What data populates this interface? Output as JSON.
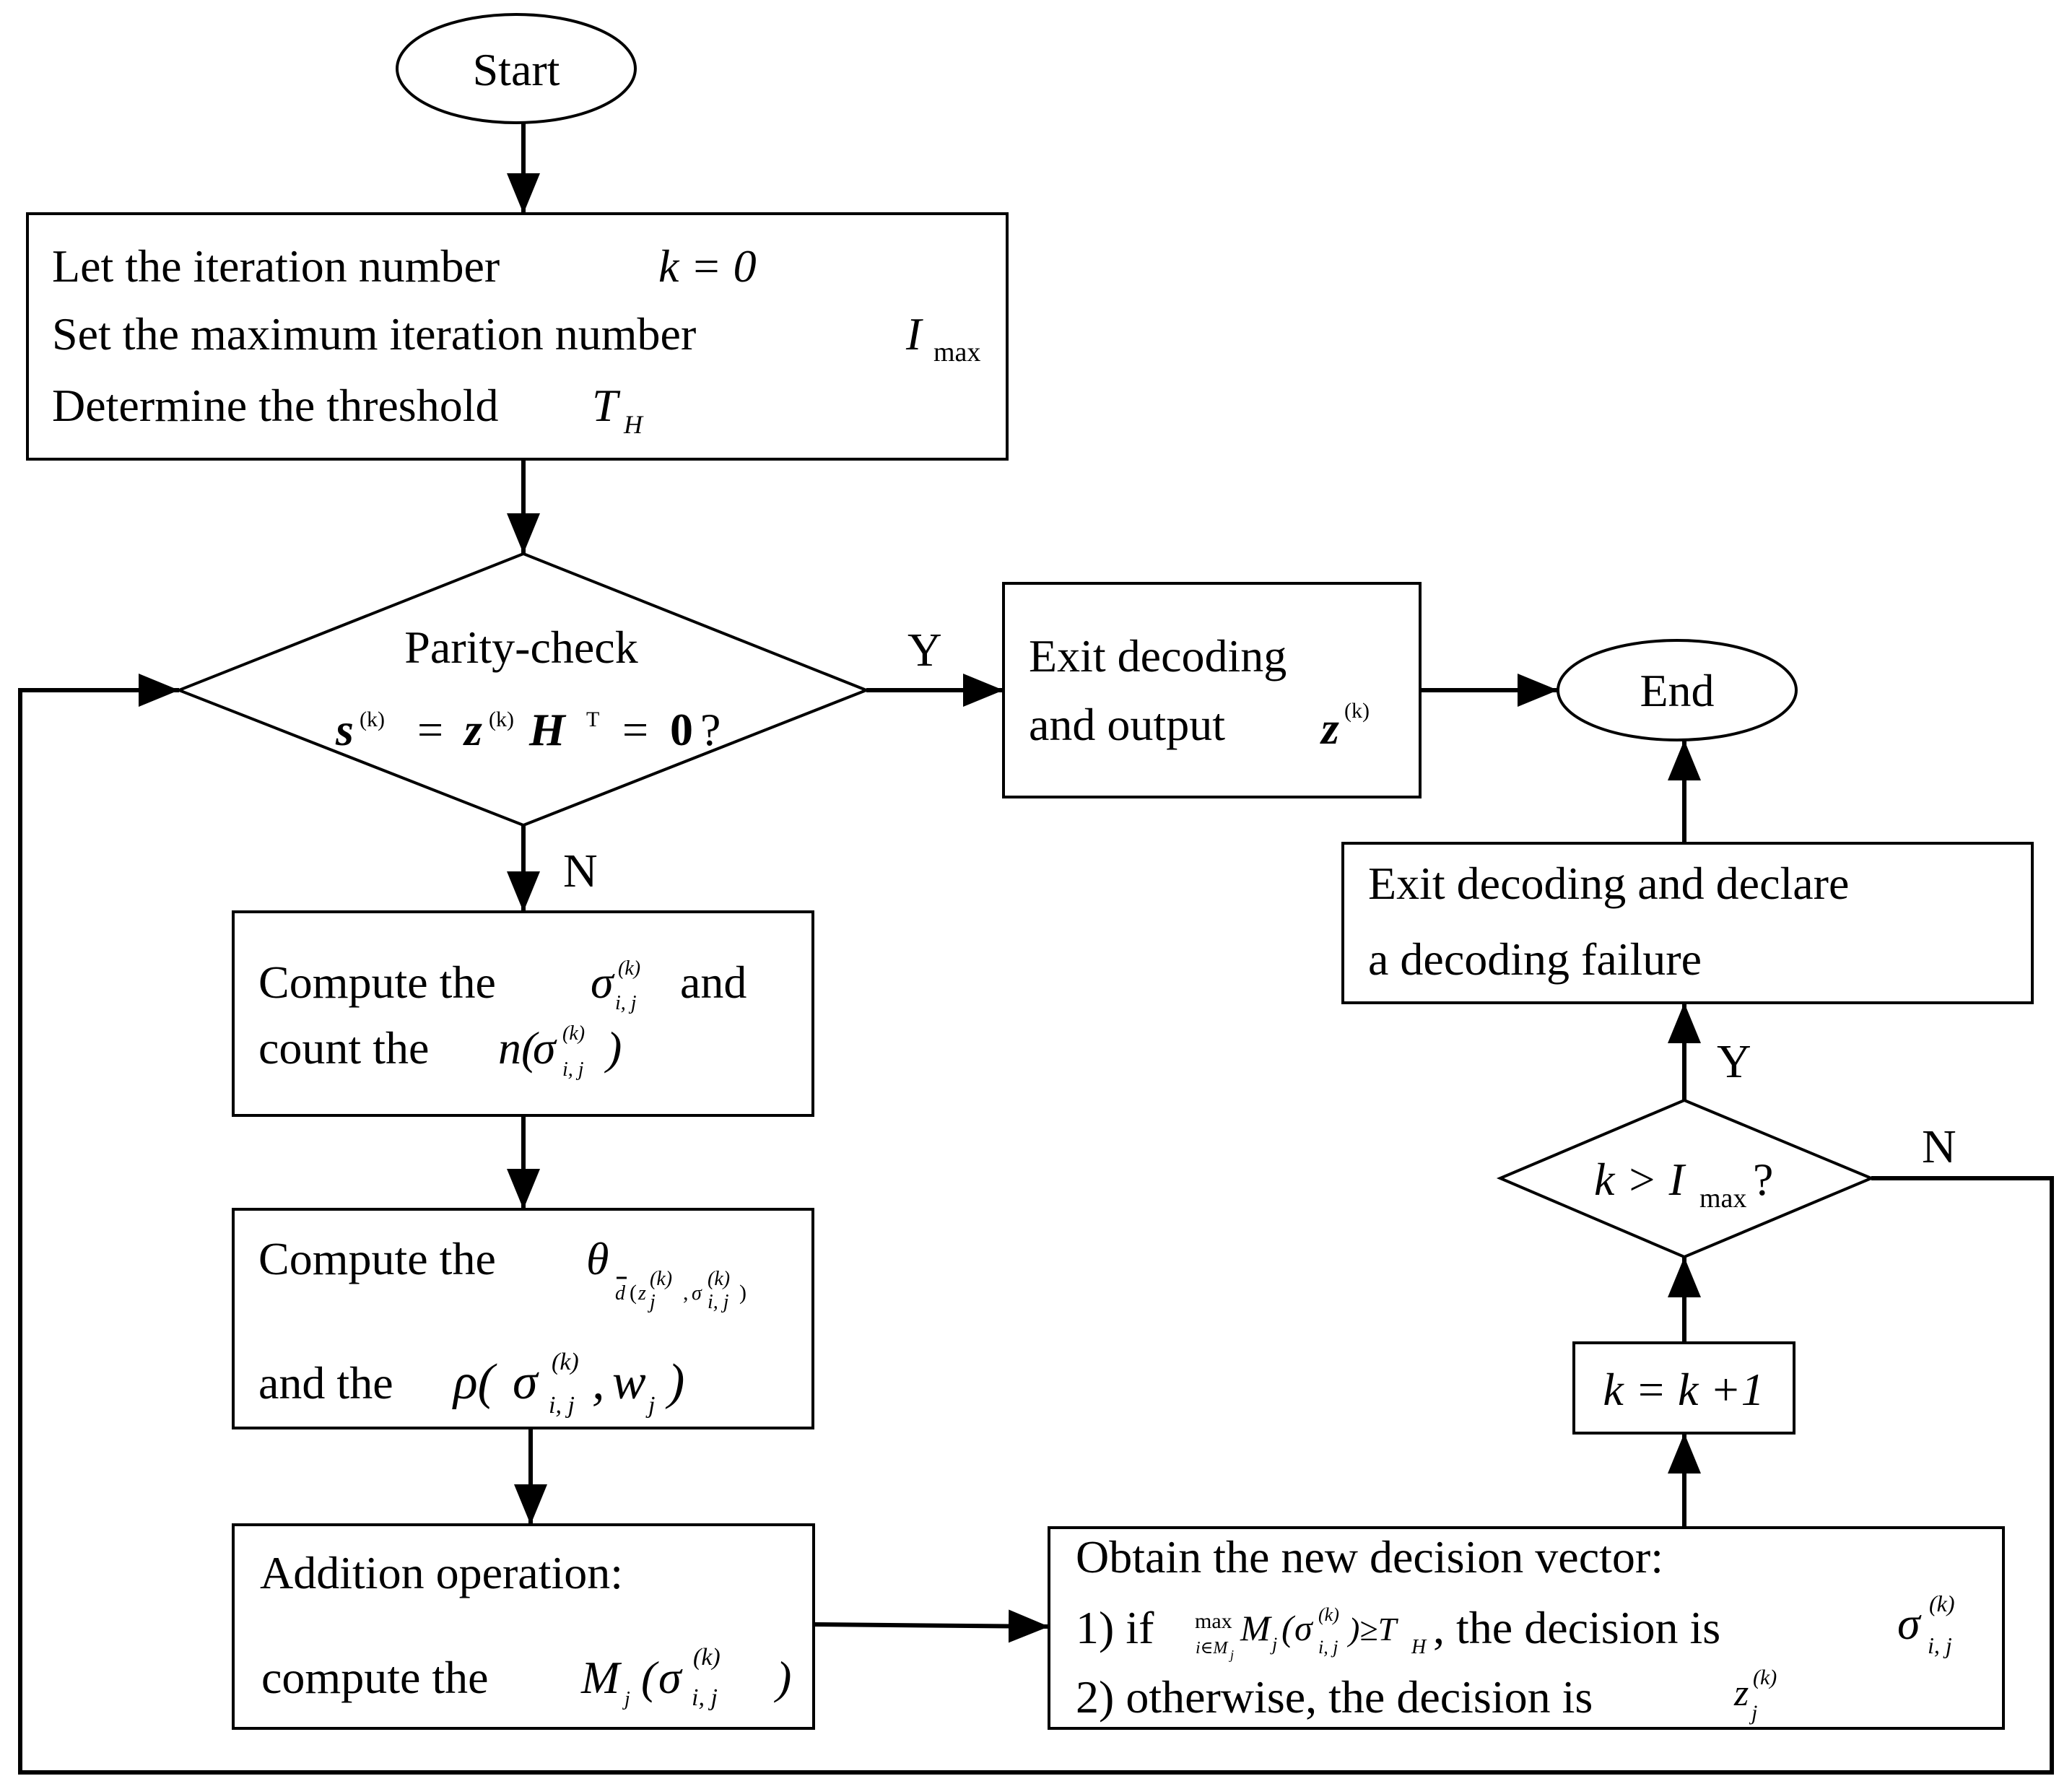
{
  "start": {
    "label": "Start"
  },
  "end": {
    "label": "End"
  },
  "init": {
    "line1": "Let the iteration number",
    "line1_eq": "k = 0",
    "line2": "Set the maximum iteration number",
    "line2_sym": "I",
    "line2_sub": "max",
    "line3": "Determine the threshold",
    "line3_sym": "T",
    "line3_sub": "H"
  },
  "parity": {
    "title": "Parity-check",
    "s": "s",
    "k": "(k)",
    "eq": "=",
    "z": "z",
    "H": "H",
    "T": "T",
    "zero": "0",
    "q": "?"
  },
  "exit_output": {
    "line1": "Exit decoding",
    "line2": "and output",
    "z": "z",
    "k": "(k)"
  },
  "exit_fail": {
    "line1": "Exit decoding and declare",
    "line2": "a decoding failure"
  },
  "sigma_box": {
    "line1_a": "Compute the",
    "line1_b": "and",
    "line2": "count the"
  },
  "theta_box": {
    "line1": "Compute the",
    "line2": "and the"
  },
  "addition_box": {
    "line1": "Addition operation:",
    "line2": "compute the"
  },
  "decision_box": {
    "line1": "Obtain the new decision vector:",
    "line2_a": "1) if",
    "line2_b": ", the decision is",
    "line3": "2) otherwise, the decision is"
  },
  "check_k": {
    "text": "k > I",
    "sub": "max",
    "q": "?"
  },
  "increment": {
    "text": "k = k +1"
  },
  "math": {
    "sigma": "σ",
    "sup_k": "(k)",
    "sub_ij": "i, j",
    "sub_j": "j",
    "n": "n(",
    "rparen": ")",
    "theta": "θ",
    "d": "d",
    "z": "z",
    "rho": "ρ(",
    "w": "w",
    "M": "M",
    "max": "max",
    "max_sub": "i∈M",
    "ge_T": ")≥T",
    "H": "H"
  },
  "labels": {
    "yes": "Y",
    "no": "N"
  }
}
